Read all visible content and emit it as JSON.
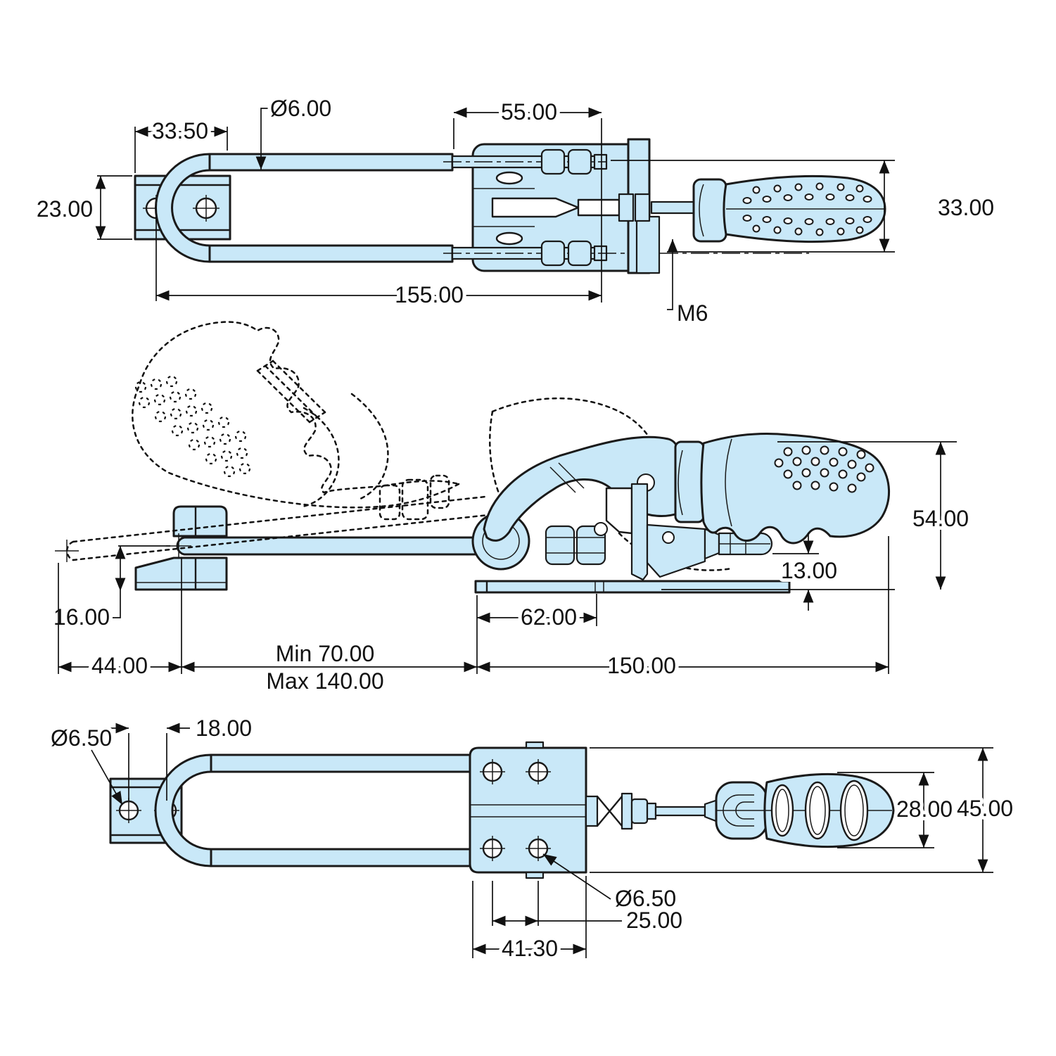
{
  "drawing": {
    "type": "engineering-drawing",
    "subject": "toggle latch clamp - three orthographic views with dimensions",
    "units": "mm",
    "colors": {
      "part_fill": "#c9e8f8",
      "line": "#1a1a1a",
      "background": "#ffffff"
    },
    "views": {
      "top": {
        "name": "top view",
        "labels": {
          "rod_diameter": "Ø6.00",
          "body_length": "55.00",
          "bracket_width": "33.50",
          "bracket_height": "23.00",
          "handle_height": "33.00",
          "overall_length": "155.00",
          "thread": "M6"
        }
      },
      "front": {
        "name": "front view",
        "labels": {
          "overall_height": "54.00",
          "spindle_height": "13.00",
          "keeper_height": "16.00",
          "base_length": "62.00",
          "keeper_offset": "44.00",
          "reach_min": "Min 70.00",
          "reach_max": "Max 140.00",
          "body_length": "150.00"
        }
      },
      "bottom": {
        "name": "bottom view",
        "labels": {
          "bracket_hole_spacing": "18.00",
          "bracket_hole_diameter": "Ø6.50",
          "handle_width": "28.00",
          "base_width": "45.00",
          "base_hole_diameter": "Ø6.50",
          "base_hole_spacing": "25.00",
          "base_hole_span": "41.30"
        }
      }
    }
  }
}
